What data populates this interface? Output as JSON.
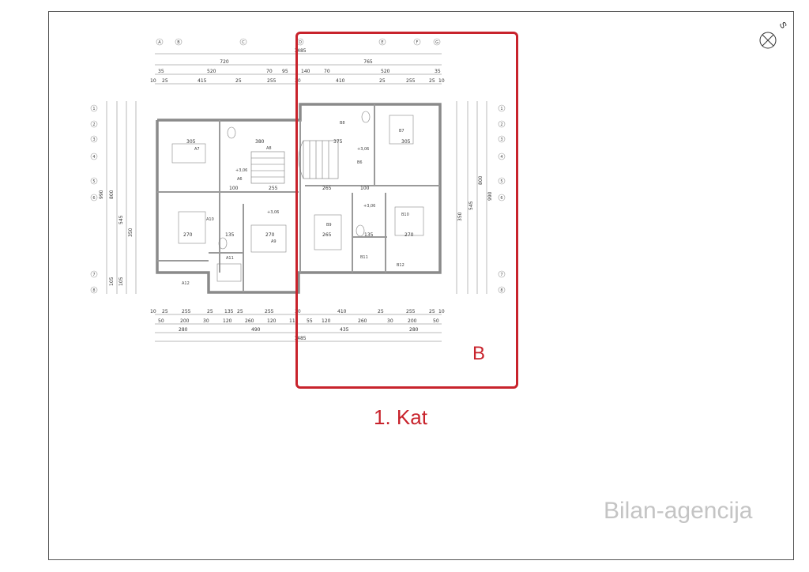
{
  "plan": {
    "grid_cols": [
      "A",
      "B",
      "C",
      "D",
      "E",
      "F",
      "G"
    ],
    "grid_rows": [
      "1",
      "2",
      "3",
      "4",
      "5",
      "6",
      "7",
      "8"
    ],
    "dims_top_overall": "1485",
    "dims_top_l2": [
      "720",
      "765"
    ],
    "dims_top_l3": [
      "35",
      "520",
      "70",
      "95",
      "140",
      "70",
      "520",
      "35"
    ],
    "dims_top_l4": [
      "10",
      "25",
      "415",
      "25",
      "255",
      "30",
      "410",
      "25",
      "255",
      "25",
      "10"
    ],
    "dims_bottom_l1": [
      "10",
      "25",
      "255",
      "25",
      "135",
      "25",
      "255",
      "30",
      "410",
      "25",
      "255",
      "25",
      "10"
    ],
    "dims_bottom_l2": [
      "50",
      "200",
      "30",
      "120",
      "260",
      "120",
      "110",
      "55",
      "120",
      "260",
      "30",
      "200",
      "50"
    ],
    "dims_bottom_l3": [
      "280",
      "490",
      "435",
      "280"
    ],
    "dims_bottom_overall": "1485",
    "dims_left": [
      "990",
      "800",
      "545",
      "350",
      "105",
      "105"
    ],
    "dims_right": [
      "990",
      "800",
      "545",
      "350"
    ],
    "rooms": [
      "A7",
      "A8",
      "A9",
      "A10",
      "A11",
      "A12",
      "A6",
      "B6",
      "B7",
      "B8",
      "B9",
      "B10",
      "B11",
      "B12"
    ],
    "interior_dims": [
      "305",
      "380",
      "375",
      "305",
      "100",
      "255",
      "265",
      "100",
      "270",
      "135",
      "270",
      "265",
      "135",
      "270"
    ],
    "levels": [
      "+3,06",
      "+3,06",
      "+3,06",
      "+3,06"
    ]
  },
  "overlay": {
    "section_letter": "B",
    "floor_label": "1. Kat",
    "highlight_color": "#c8232c"
  },
  "compass": {
    "label": "S"
  },
  "watermark": "Bilan-agencija"
}
